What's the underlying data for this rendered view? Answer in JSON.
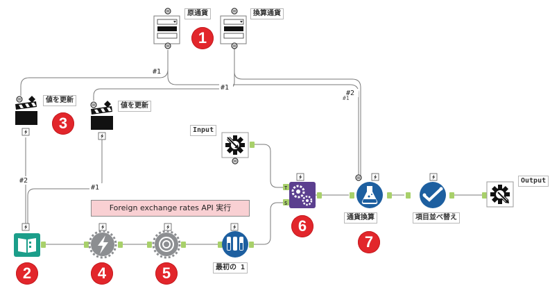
{
  "labels": {
    "source_currency": "原通貨",
    "target_currency": "換算通貨",
    "update_value_1": "値を更新",
    "update_value_2": "値を更新",
    "input": "Input",
    "output": "Output",
    "first_1": "最初の 1",
    "currency_convert": "通貨換算",
    "sort_fields": "項目並べ替え"
  },
  "connection_labels": {
    "c1": "#1",
    "c2": "#1",
    "c3": "#2",
    "c4": "#2",
    "c5": "#1",
    "c6": "#1"
  },
  "annotation": {
    "api_text": "Foreign exchange rates API 実行",
    "api_color": "#f9d0d3"
  },
  "badges": [
    "1",
    "2",
    "3",
    "4",
    "5",
    "6",
    "7"
  ],
  "colors": {
    "badge_red": "#e2262b",
    "teal_tool": "#1b9e8a",
    "gray_tool": "#8c8e91",
    "blue_tool": "#1d5fa0",
    "purple_tool": "#5b3f8f",
    "anchor_green": "#a8d06a"
  },
  "icons": [
    "dropdown-input-icon",
    "action-clapper-icon",
    "input-macro-icon",
    "output-macro-icon",
    "text-input-book-icon",
    "download-lightning-icon",
    "json-parse-icon",
    "sample-tubes-icon",
    "batch-macro-gears-icon",
    "formula-flask-icon",
    "select-check-icon"
  ]
}
